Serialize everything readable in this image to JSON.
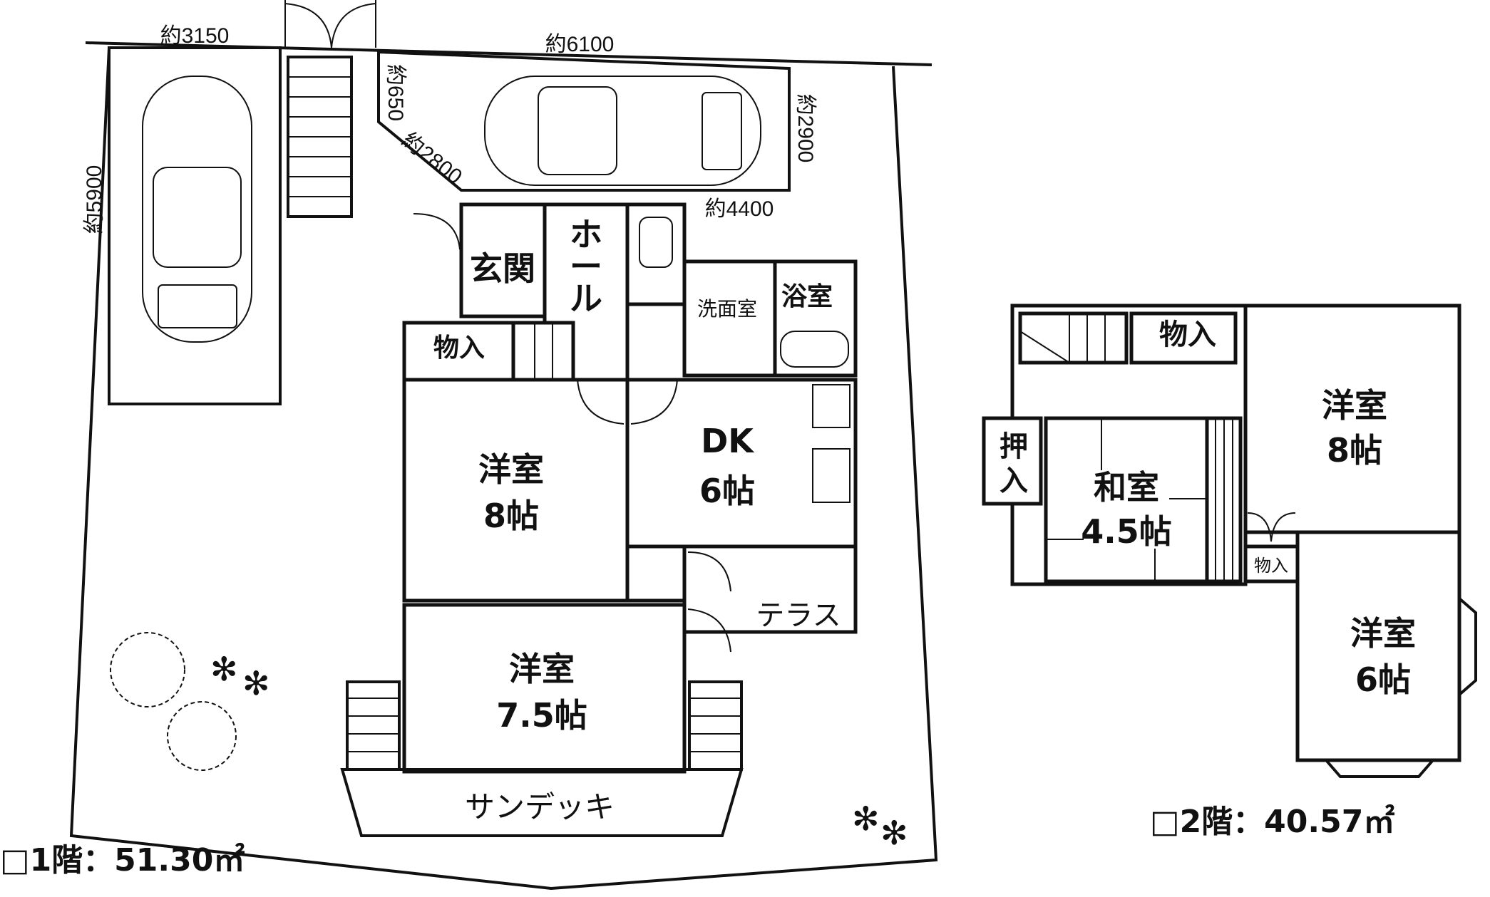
{
  "dimensions": {
    "d3150": "約3150",
    "d6100": "約6100",
    "d650": "約650",
    "d2800": "約2800",
    "d2900": "約2900",
    "d4400": "約4400",
    "d5900": "約5900"
  },
  "floor1": {
    "area_label": "□1階：51.30㎡",
    "rooms": {
      "genkan": "玄関",
      "hall": [
        "ホ",
        "ー",
        "ル"
      ],
      "senmen": "洗面室",
      "yokushitsu": "浴室",
      "monoire": "物入",
      "yoshitsu8": [
        "洋室",
        "8帖"
      ],
      "dk": [
        "DK",
        "6帖"
      ],
      "terrace": "テラス",
      "yoshitsu75": [
        "洋室",
        "7.5帖"
      ],
      "sundeck": "サンデッキ"
    }
  },
  "floor2": {
    "area_label": "□2階：40.57㎡",
    "rooms": {
      "monoire": "物入",
      "oshiire": [
        "押",
        "入"
      ],
      "washitsu": [
        "和室",
        "4.5帖"
      ],
      "yoshitsu8": [
        "洋室",
        "8帖"
      ],
      "monoire_small": "物入",
      "yoshitsu6": [
        "洋室",
        "6帖"
      ]
    }
  }
}
